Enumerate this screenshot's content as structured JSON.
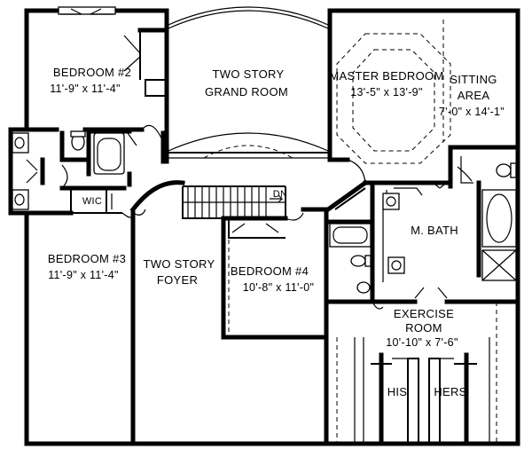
{
  "rooms": {
    "bedroom2": {
      "name": "BEDROOM #2",
      "dims": "11'-9\" x 11'-4\""
    },
    "grand_room": {
      "line1": "TWO STORY",
      "line2": "GRAND ROOM"
    },
    "master_bedroom": {
      "name": "MASTER BEDROOM",
      "dims": "13'-5\" x 13'-9\""
    },
    "sitting_area": {
      "line1": "SITTING",
      "line2": "AREA",
      "dims": "7'-0\" x 14'-1\""
    },
    "wic": {
      "name": "WIC"
    },
    "bedroom3": {
      "name": "BEDROOM #3",
      "dims": "11'-9\" x 11'-4\""
    },
    "foyer": {
      "line1": "TWO STORY",
      "line2": "FOYER"
    },
    "bedroom4": {
      "name": "BEDROOM #4",
      "dims": "10'-8\" x 11'-0\""
    },
    "master_bath": {
      "name": "M. BATH"
    },
    "exercise_room": {
      "line1": "EXERCISE",
      "line2": "ROOM",
      "dims": "10'-10\" x 7'-6\""
    },
    "his_closet": {
      "name": "HIS"
    },
    "hers_closet": {
      "name": "HERS"
    }
  },
  "stair": {
    "label": "DN"
  }
}
